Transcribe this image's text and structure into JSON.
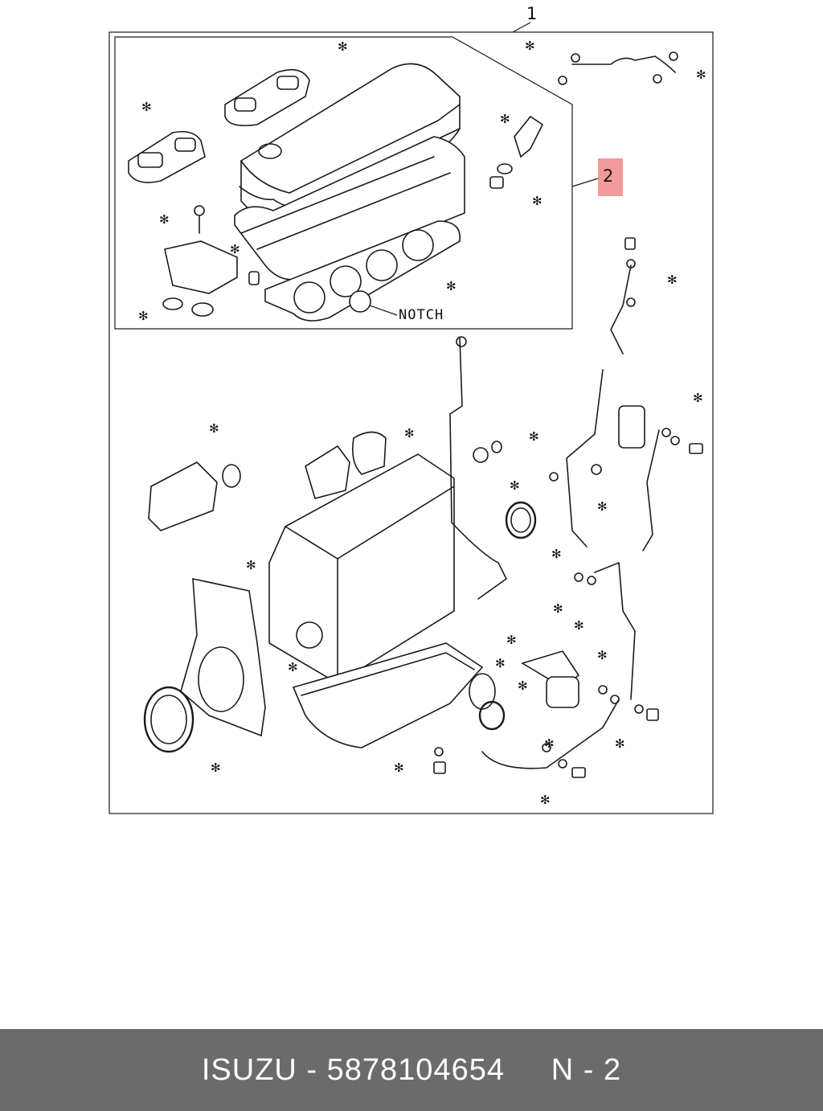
{
  "diagram": {
    "callouts": [
      {
        "id": "1",
        "label": "1"
      },
      {
        "id": "2",
        "label": "2",
        "highlight": "#f29a9a"
      }
    ],
    "notch_label": "NOTCH",
    "asterisk_symbol": "✻"
  },
  "footer": {
    "brand": "ISUZU",
    "part_number": "5878104654",
    "separator": " - ",
    "item": "N - 2",
    "background": "#6b6b6b"
  }
}
